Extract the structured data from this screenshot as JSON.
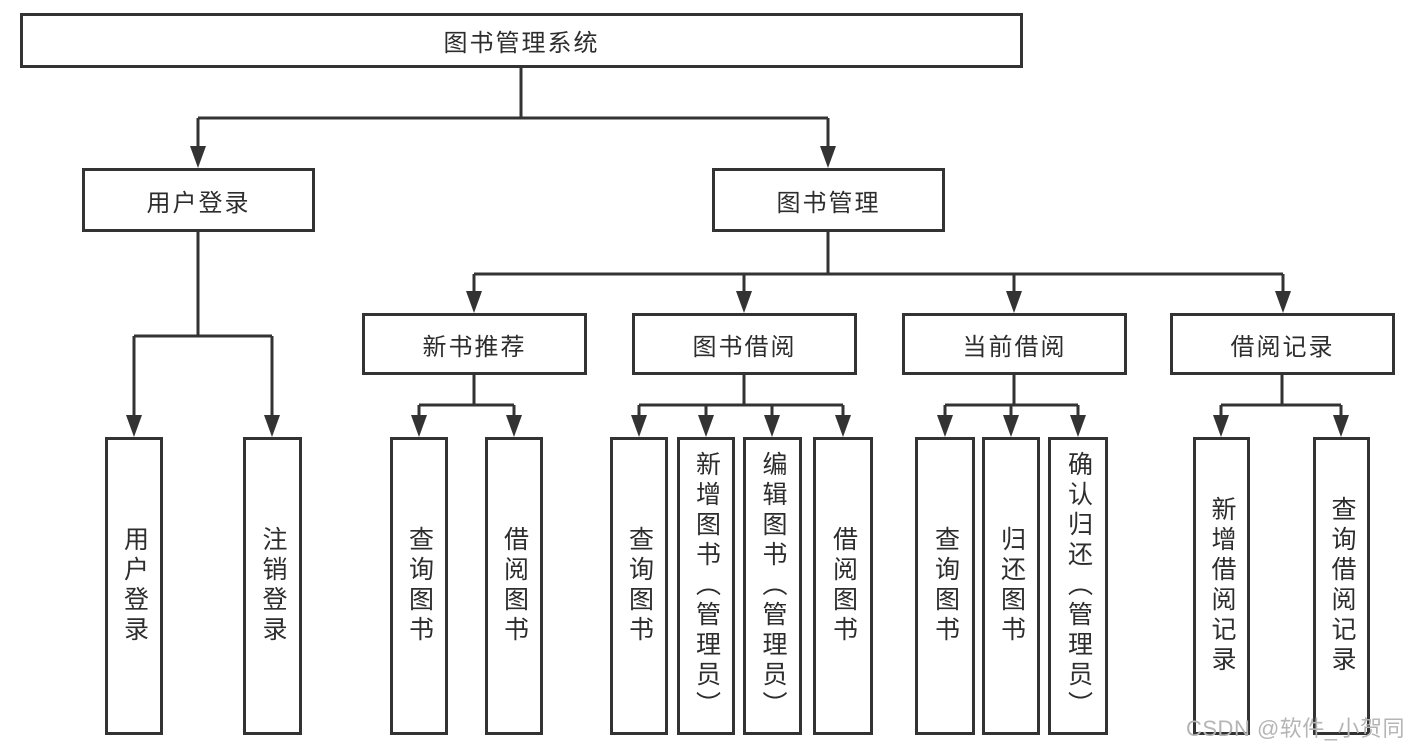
{
  "tree": {
    "root": {
      "label": "图书管理系统",
      "children": [
        {
          "label": "用户登录",
          "children": [
            {
              "label": "用户登录"
            },
            {
              "label": "注销登录"
            }
          ]
        },
        {
          "label": "图书管理",
          "children": [
            {
              "label": "新书推荐",
              "children": [
                {
                  "label": "查询图书"
                },
                {
                  "label": "借阅图书"
                }
              ]
            },
            {
              "label": "图书借阅",
              "children": [
                {
                  "label": "查询图书"
                },
                {
                  "label": "新增图书（管理员）"
                },
                {
                  "label": "编辑图书（管理员）"
                },
                {
                  "label": "借阅图书"
                }
              ]
            },
            {
              "label": "当前借阅",
              "children": [
                {
                  "label": "查询图书"
                },
                {
                  "label": "归还图书"
                },
                {
                  "label": "确认归还（管理员）"
                }
              ]
            },
            {
              "label": "借阅记录",
              "children": [
                {
                  "label": "新增借阅记录"
                },
                {
                  "label": "查询借阅记录"
                }
              ]
            }
          ]
        }
      ]
    }
  },
  "watermark": {
    "text": "CSDN @软件_小贺同学"
  },
  "colors": {
    "line": "#333333",
    "box_border": "#333333",
    "text": "#2d2d2d",
    "watermark": "#b5b5b5",
    "background": "#ffffff"
  }
}
